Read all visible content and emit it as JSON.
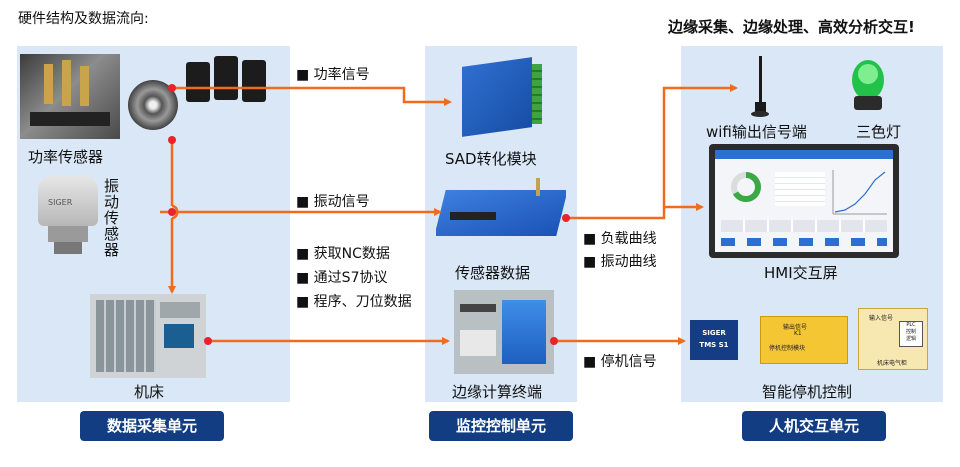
{
  "header": {
    "left_title": "硬件结构及数据流向:",
    "right_title": "边缘采集、边缘处理、高效分析交互!"
  },
  "units": {
    "data_collection": "数据采集单元",
    "monitoring": "监控控制单元",
    "hmi": "人机交互单元"
  },
  "captions": {
    "power_sensor": "功率传感器",
    "vibration_sensor": "振动传感器",
    "machine": "机床",
    "sad": "SAD转化模块",
    "sensor_data": "传感器数据",
    "edge": "边缘计算终端",
    "wifi": "wifi输出信号端",
    "lamp": "三色灯",
    "hmi_screen": "HMI交互屏",
    "smart_stop": "智能停机控制"
  },
  "signals": {
    "power": "■ 功率信号",
    "vibration": "■ 振动信号",
    "nc1": "■ 获取NC数据",
    "nc2": "■ 通过S7协议",
    "nc3": "■ 程序、刀位数据",
    "load_curve": "■ 负载曲线",
    "vib_curve": "■ 振动曲线",
    "stop": "■ 停机信号"
  },
  "device_labels": {
    "siger": "SIGER",
    "tms_a": "SIGER",
    "tms_b": "TMS S1",
    "signal_in": "输入信号",
    "signal_out": "输出信号",
    "k1": "K1",
    "stop_module": "停机控制模块",
    "plc1": "PLC",
    "plc2": "控制",
    "plc3": "逻辑",
    "machine_box": "机床电气柜"
  },
  "colors": {
    "panel": "#d9e7f6",
    "unit_button": "#123d82",
    "arrow": "#f26a1b",
    "dot": "#e8232a"
  }
}
